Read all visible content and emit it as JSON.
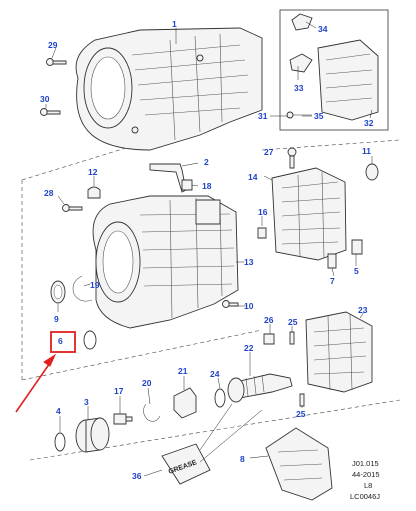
{
  "callouts": [
    {
      "id": "1",
      "label": "1"
    },
    {
      "id": "2",
      "label": "2"
    },
    {
      "id": "3",
      "label": "3"
    },
    {
      "id": "4",
      "label": "4"
    },
    {
      "id": "5",
      "label": "5"
    },
    {
      "id": "6",
      "label": "6"
    },
    {
      "id": "7",
      "label": "7"
    },
    {
      "id": "8",
      "label": "8"
    },
    {
      "id": "9",
      "label": "9"
    },
    {
      "id": "10",
      "label": "10"
    },
    {
      "id": "11",
      "label": "11"
    },
    {
      "id": "12",
      "label": "12"
    },
    {
      "id": "13",
      "label": "13"
    },
    {
      "id": "14",
      "label": "14"
    },
    {
      "id": "16",
      "label": "16"
    },
    {
      "id": "17",
      "label": "17"
    },
    {
      "id": "18",
      "label": "18"
    },
    {
      "id": "19",
      "label": "19"
    },
    {
      "id": "20",
      "label": "20"
    },
    {
      "id": "21",
      "label": "21"
    },
    {
      "id": "22",
      "label": "22"
    },
    {
      "id": "23",
      "label": "23"
    },
    {
      "id": "24",
      "label": "24"
    },
    {
      "id": "25a",
      "label": "25"
    },
    {
      "id": "25b",
      "label": "25"
    },
    {
      "id": "26",
      "label": "26"
    },
    {
      "id": "27",
      "label": "27"
    },
    {
      "id": "28",
      "label": "28"
    },
    {
      "id": "29",
      "label": "29"
    },
    {
      "id": "30",
      "label": "30"
    },
    {
      "id": "31",
      "label": "31"
    },
    {
      "id": "32",
      "label": "32"
    },
    {
      "id": "33",
      "label": "33"
    },
    {
      "id": "34",
      "label": "34"
    },
    {
      "id": "35",
      "label": "35"
    },
    {
      "id": "36",
      "label": "36"
    }
  ],
  "grease_text": "GREASE",
  "reference_block": [
    "J01.015",
    "44-2015",
    "L8",
    "LC0046J"
  ],
  "colors": {
    "callout": "#1f43c8",
    "highlight": "#e0201c",
    "line": "#333333"
  }
}
